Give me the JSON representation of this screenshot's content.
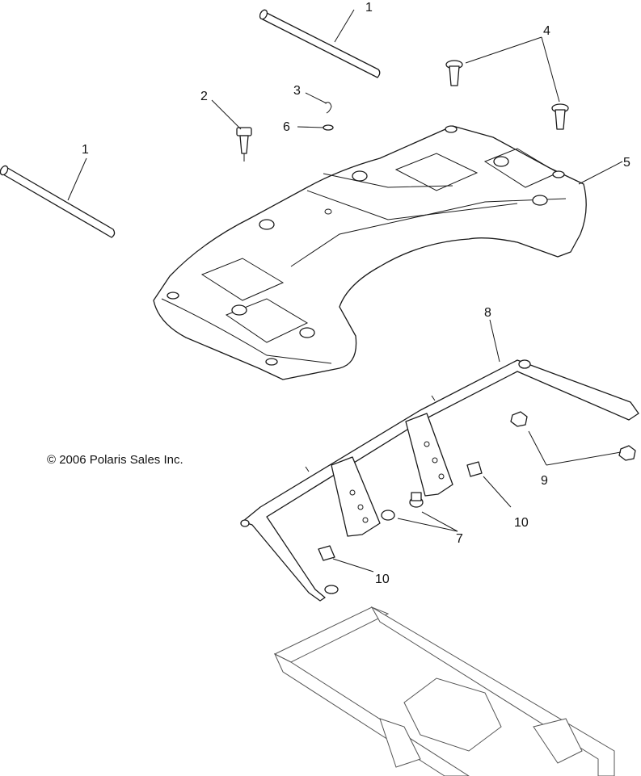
{
  "copyright": "© 2006 Polaris Sales Inc.",
  "callouts": {
    "c1a": "1",
    "c1b": "1",
    "c2": "2",
    "c3": "3",
    "c4": "4",
    "c5": "5",
    "c6": "6",
    "c7": "7",
    "c8": "8",
    "c9": "9",
    "c10a": "10",
    "c10b": "10"
  }
}
